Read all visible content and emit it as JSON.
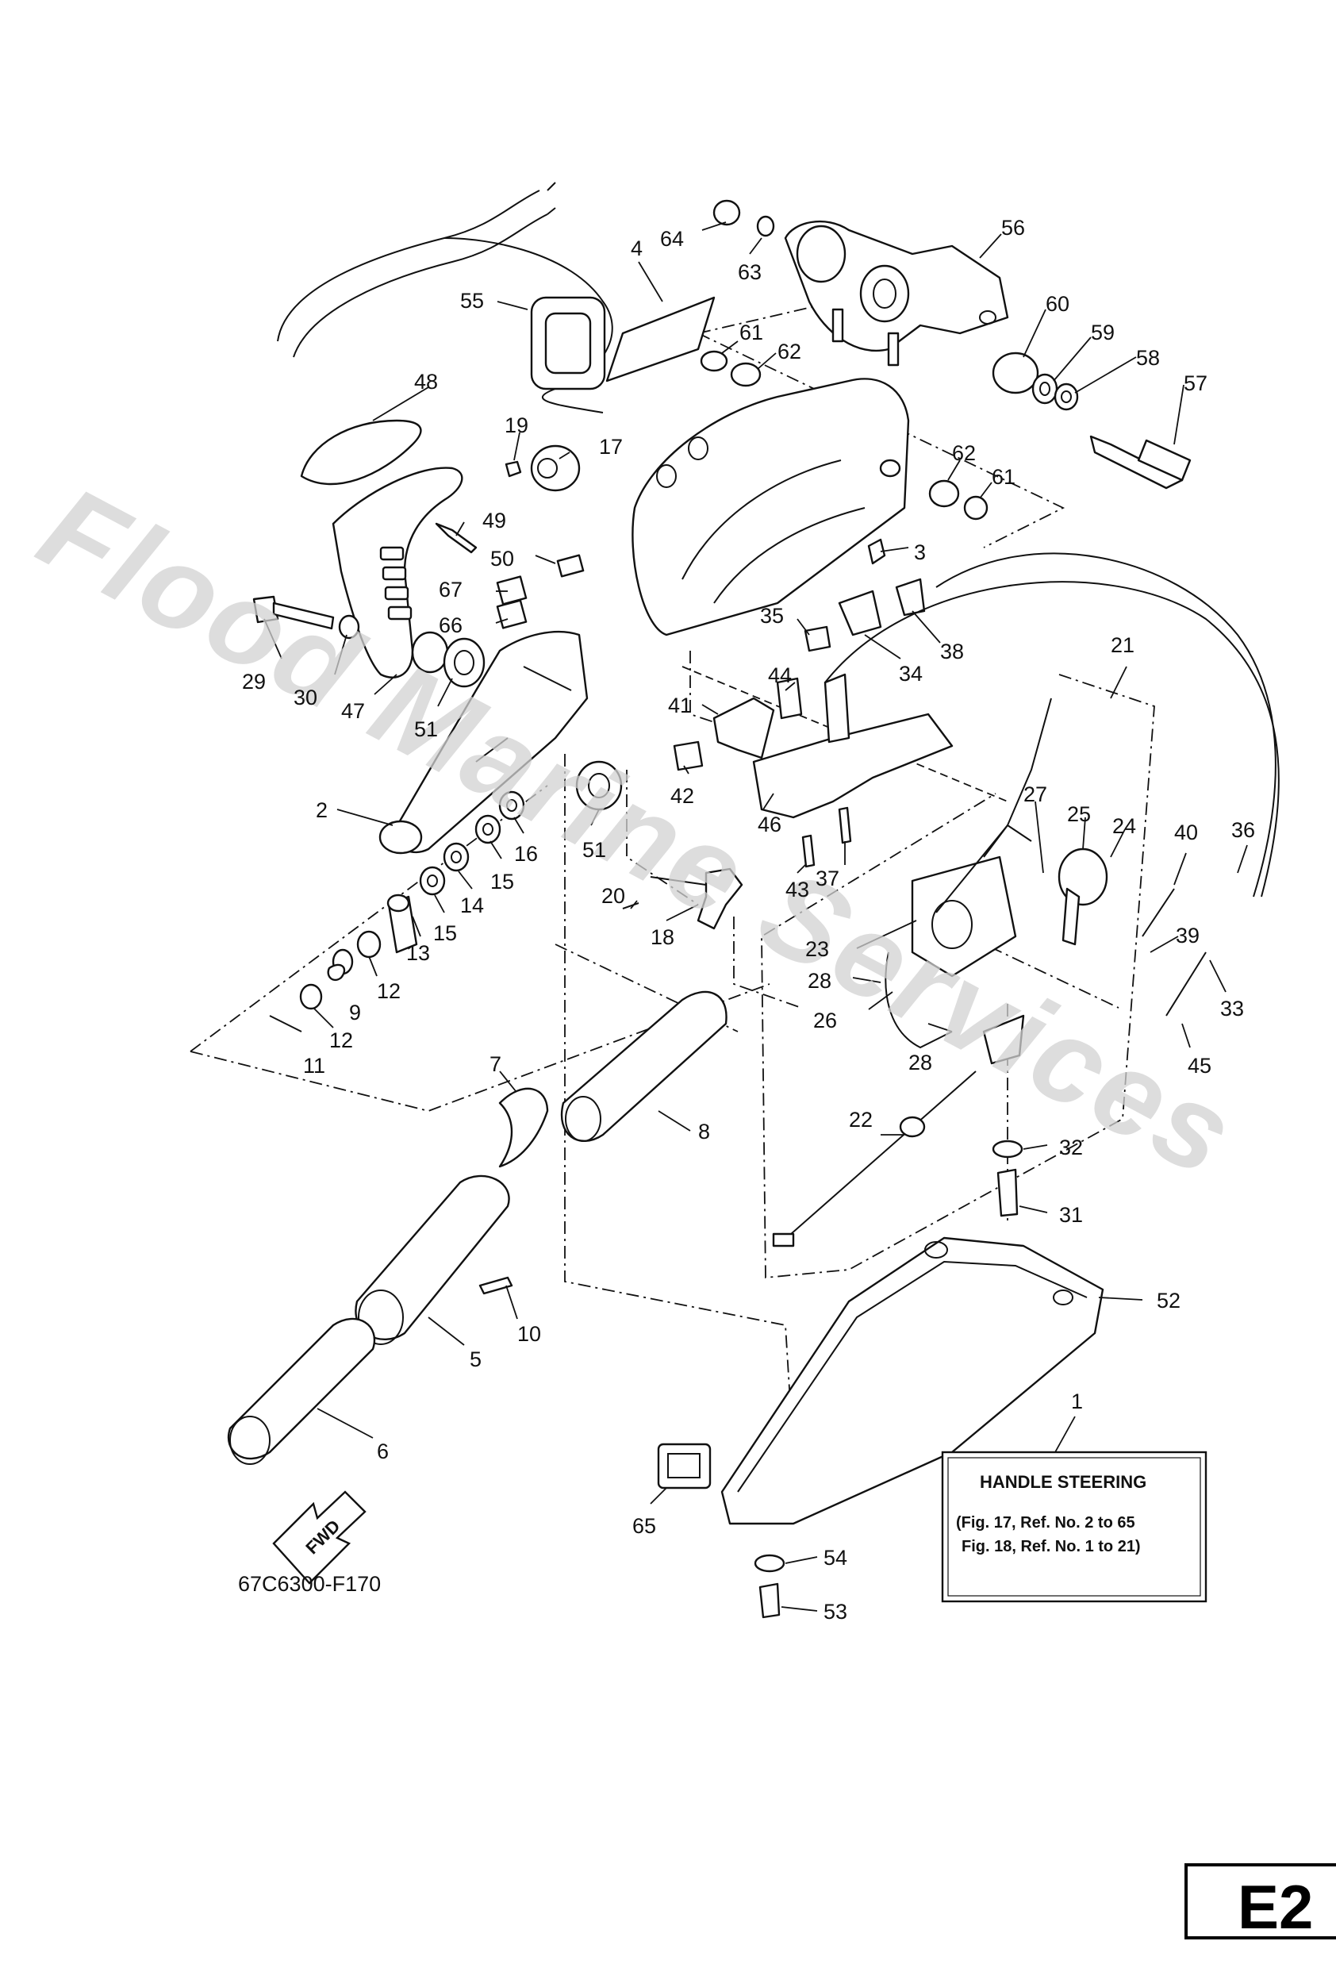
{
  "watermark": "Flood Marine Services",
  "diagram_code": "67C6300-F170",
  "page_id": "E2",
  "fwd_label": "FWD",
  "legend": {
    "ref": "1",
    "title": "HANDLE STEERING",
    "line1": "(Fig. 17, Ref. No. 2 to 65",
    "line2": "Fig. 18, Ref. No. 1 to 21)"
  },
  "callouts": [
    "64",
    "63",
    "4",
    "56",
    "55",
    "61",
    "62",
    "60",
    "59",
    "58",
    "57",
    "48",
    "19",
    "17",
    "62",
    "61",
    "49",
    "3",
    "50",
    "67",
    "66",
    "35",
    "38",
    "34",
    "29",
    "30",
    "47",
    "51",
    "44",
    "41",
    "21",
    "42",
    "46",
    "2",
    "16",
    "15",
    "27",
    "25",
    "24",
    "40",
    "36",
    "14",
    "15",
    "37",
    "43",
    "20",
    "18",
    "51",
    "13",
    "23",
    "39",
    "12",
    "9",
    "28",
    "26",
    "33",
    "12",
    "11",
    "45",
    "7",
    "8",
    "28",
    "22",
    "32",
    "31",
    "10",
    "52",
    "5",
    "6",
    "65",
    "54",
    "53"
  ]
}
